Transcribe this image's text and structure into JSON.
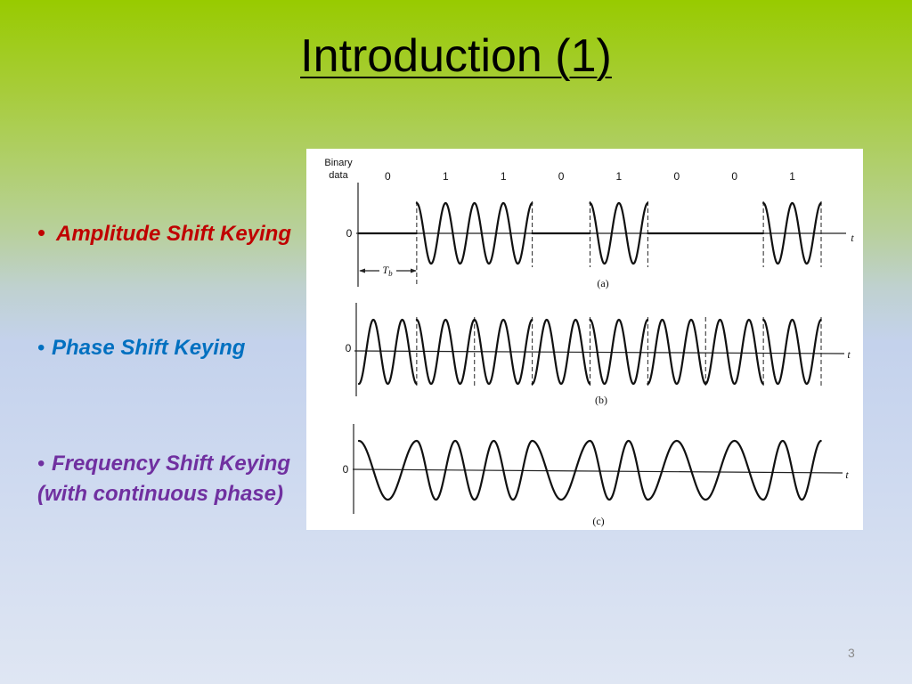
{
  "slide": {
    "title": "Introduction (1)",
    "page_number": "3"
  },
  "bullets": [
    {
      "marker": "•",
      "text": "Amplitude Shift Keying",
      "color": "#c00000"
    },
    {
      "marker": "•",
      "text": "Phase Shift Keying",
      "color": "#0070c0"
    },
    {
      "marker": "•",
      "lines": [
        "Frequency Shift Keying",
        "(with continuous phase)"
      ],
      "color": "#7030a0"
    }
  ],
  "figure": {
    "binary_data_label": [
      "Binary",
      "data"
    ],
    "bits": [
      "0",
      "1",
      "1",
      "0",
      "1",
      "0",
      "0",
      "1"
    ],
    "bit_period_label": {
      "symbol": "T",
      "subscript": "b"
    },
    "panels": [
      {
        "caption": "(a)",
        "zero_label": "0",
        "time_label": "t"
      },
      {
        "caption": "(b)",
        "zero_label": "0",
        "time_label": "t"
      },
      {
        "caption": "(c)",
        "zero_label": "0",
        "time_label": "t"
      }
    ]
  }
}
